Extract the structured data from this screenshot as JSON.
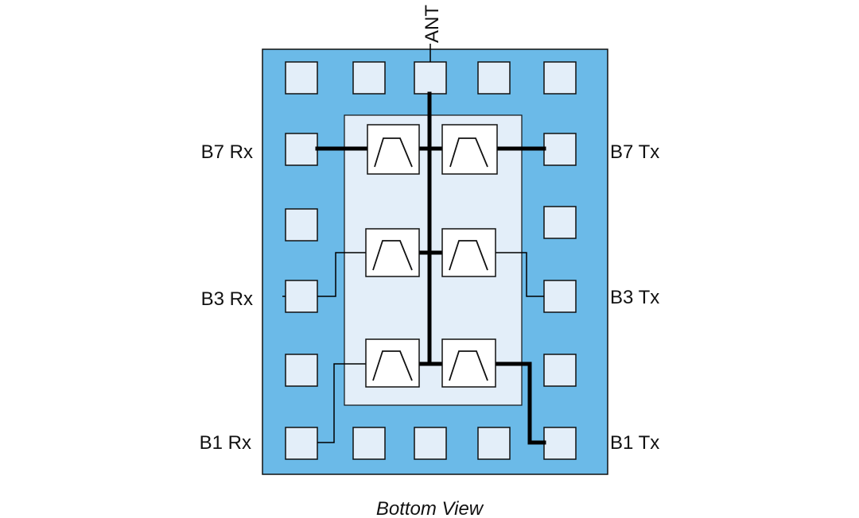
{
  "package": {
    "body_color": "#6bbae8",
    "die_color": "#e3eef9",
    "pin_color": "#e3eef9"
  },
  "labels": {
    "antenna": "ANT",
    "b7_rx": "B7 Rx",
    "b7_tx": "B7 Tx",
    "b3_rx": "B3 Rx",
    "b3_tx": "B3 Tx",
    "b1_rx": "B1 Rx",
    "b1_tx": "B1 Tx"
  },
  "caption": "Bottom View"
}
